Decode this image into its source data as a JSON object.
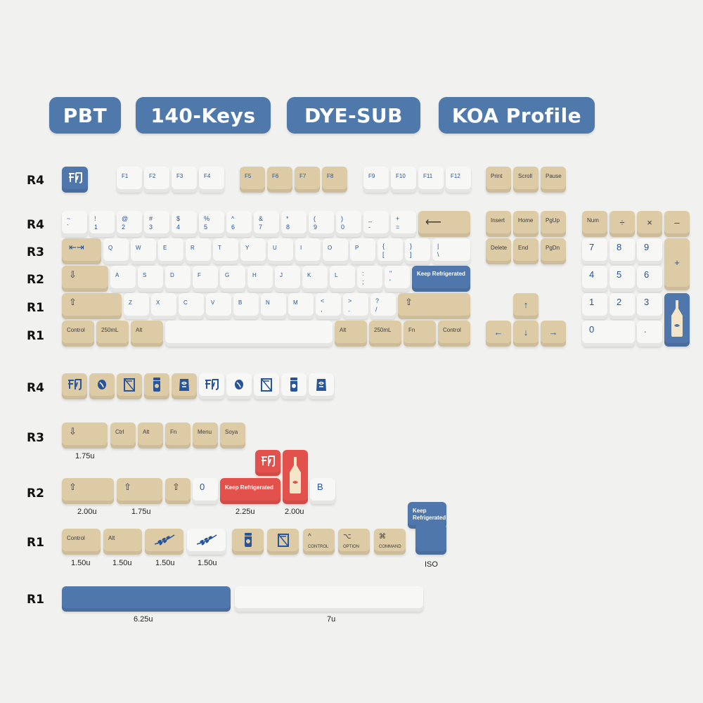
{
  "badges": [
    "PBT",
    "140-Keys",
    "DYE-SUB",
    "KOA Profile"
  ],
  "row_labels": {
    "main": [
      "R4",
      "R4",
      "R3",
      "R2",
      "R1",
      "R1"
    ],
    "extra": [
      "R4",
      "R3",
      "R2",
      "R1",
      "R1"
    ]
  },
  "colors": {
    "beige": "#ddcba5",
    "white": "#f7f7f5",
    "blue": "#4f77ab",
    "red": "#e2514c",
    "legend_blue": "#27549a",
    "legend_dark": "#3b3b3b"
  },
  "keys": {
    "esc_icon": "cow-icon",
    "f1": "F1",
    "f2": "F2",
    "f3": "F3",
    "f4": "F4",
    "f5": "F5",
    "f6": "F6",
    "f7": "F7",
    "f8": "F8",
    "f9": "F9",
    "f10": "F10",
    "f11": "F11",
    "f12": "F12",
    "print": "Print",
    "scroll": "Scroll",
    "pause": "Pause",
    "num_top": [
      "~",
      "!",
      "@",
      "#",
      "$",
      "%",
      "^",
      "&",
      "*",
      "(",
      ")",
      "_",
      "+"
    ],
    "num_bottom": [
      "`",
      "1",
      "2",
      "3",
      "4",
      "5",
      "6",
      "7",
      "8",
      "9",
      "0",
      "-",
      "="
    ],
    "backspace": "⟵",
    "insert": "Insert",
    "home": "Home",
    "pgup": "PgUp",
    "delete": "Delete",
    "end": "End",
    "pgdn": "PgDn",
    "num": "Num",
    "divide": "÷",
    "multiply": "×",
    "minus": "–",
    "plus": "+",
    "tab": "⇤⇥",
    "row_q": [
      "Q",
      "W",
      "E",
      "R",
      "T",
      "Y",
      "U",
      "I",
      "O",
      "P"
    ],
    "lbracket_top": "{",
    "lbracket_bottom": "[",
    "rbracket_top": "}",
    "rbracket_bottom": "]",
    "pipe_top": "|",
    "pipe_bottom": "\\",
    "caps": "⇩",
    "row_a": [
      "A",
      "S",
      "D",
      "F",
      "G",
      "H",
      "J",
      "K",
      "L"
    ],
    "semicolon_top": ":",
    "semicolon_bottom": ";",
    "quote_top": "\"",
    "quote_bottom": "'",
    "enter_text": "Keep Refrigerated",
    "shift": "⇧",
    "row_z": [
      "Z",
      "X",
      "C",
      "V",
      "B",
      "N",
      "M"
    ],
    "comma_top": "<",
    "comma_bottom": ",",
    "period_top": ">",
    "period_bottom": ".",
    "slash_top": "?",
    "slash_bottom": "/",
    "np_row2": [
      "7",
      "8",
      "9"
    ],
    "np_row3": [
      "4",
      "5",
      "6"
    ],
    "np_row4": [
      "1",
      "2",
      "3"
    ],
    "np_zero": "0",
    "np_dot": ".",
    "arrow_up": "↑",
    "arrow_left": "←",
    "arrow_down": "↓",
    "arrow_right": "→",
    "control": "Control",
    "ml": "250mL",
    "alt": "Alt",
    "fn": "Fn",
    "r3_extra": [
      "Ctrl",
      "Alt",
      "Fn",
      "Menu",
      "Soya"
    ],
    "r2_zero": "0",
    "r2_b": "B",
    "r1_control": "Control",
    "r1_alt": "Alt",
    "mac_control": "CONTROL",
    "mac_option": "OPTION",
    "mac_command": "COMMAND",
    "mac_control_sym": "^",
    "mac_option_sym": "⌥",
    "mac_command_sym": "⌘"
  },
  "sizes": {
    "r3_shift": "1.75u",
    "r2": [
      "2.00u",
      "1.75u",
      "2.25u",
      "2.00u"
    ],
    "r1": [
      "1.50u",
      "1.50u",
      "1.50u",
      "1.50u",
      "ISO"
    ],
    "space": [
      "6.25u",
      "7u"
    ]
  }
}
